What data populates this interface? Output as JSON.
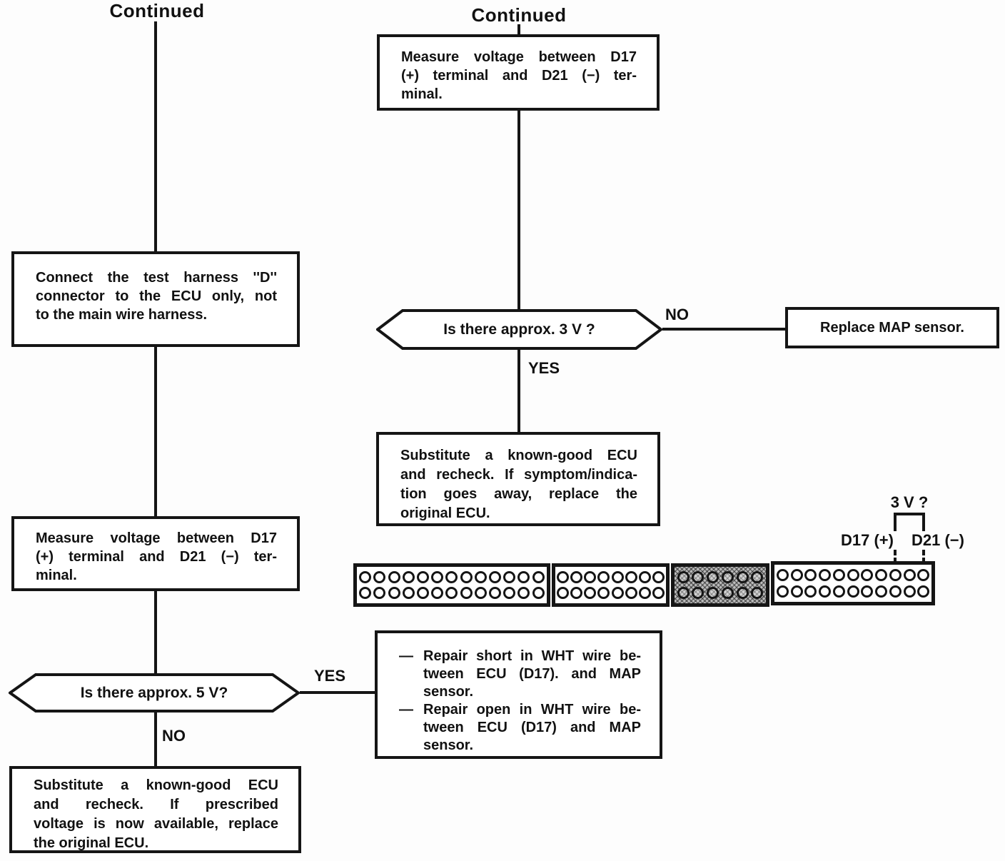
{
  "page": {
    "background": "#fdfdfd",
    "ink_color": "#151515"
  },
  "left_flow": {
    "continued": "Continued",
    "connect_box": {
      "lines": [
        "Connect the test harness ''D''",
        "connector to the ECU only, not",
        "to the main wire harness."
      ]
    },
    "measure_box": {
      "lines": [
        "Measure voltage between D17",
        "(+) terminal and D21 (−) ter-",
        "minal."
      ]
    },
    "decision": {
      "question": "Is there approx. 5 V?",
      "yes_label": "YES",
      "no_label": "NO"
    },
    "substitute_box": {
      "lines": [
        "Substitute a known-good ECU",
        "and recheck. If prescribed",
        "voltage is now available, replace",
        "the original ECU."
      ]
    }
  },
  "right_flow": {
    "continued": "Continued",
    "measure_box": {
      "lines": [
        "Measure voltage between D17",
        "(+) terminal and D21 (−) ter-",
        "minal."
      ]
    },
    "decision": {
      "question": "Is there approx. 3 V ?",
      "yes_label": "YES",
      "no_label": "NO"
    },
    "replace_box": {
      "label": "Replace MAP sensor."
    },
    "substitute_box": {
      "lines": [
        "Substitute a known-good ECU",
        "and recheck. If symptom/indica-",
        "tion goes away, replace the",
        "original ECU."
      ]
    },
    "repair_box": {
      "bullet": "—",
      "items": [
        {
          "lines": [
            "Repair short in WHT wire be-",
            "tween ECU (D17). and MAP",
            "sensor."
          ]
        },
        {
          "lines": [
            "Repair open in WHT wire be-",
            "tween ECU (D17) and MAP",
            "sensor."
          ]
        }
      ]
    }
  },
  "connector": {
    "probe_label": "3 V ?",
    "pin_label_positive": "D17 (+)",
    "pin_label_negative": "D21 (−)",
    "segments": [
      {
        "name": "segment-1",
        "rows": 2,
        "pins_per_row": 13,
        "shaded": false
      },
      {
        "name": "segment-2",
        "rows": 2,
        "pins_per_row": 8,
        "shaded": false
      },
      {
        "name": "segment-3",
        "rows": 2,
        "pins_per_row": 6,
        "shaded": true
      },
      {
        "name": "segment-4",
        "rows": 2,
        "pins_per_row": 11,
        "shaded": false
      }
    ],
    "probed_pins": {
      "row": "top",
      "d17_pin_index": 9,
      "d21_pin_index": 11
    }
  }
}
